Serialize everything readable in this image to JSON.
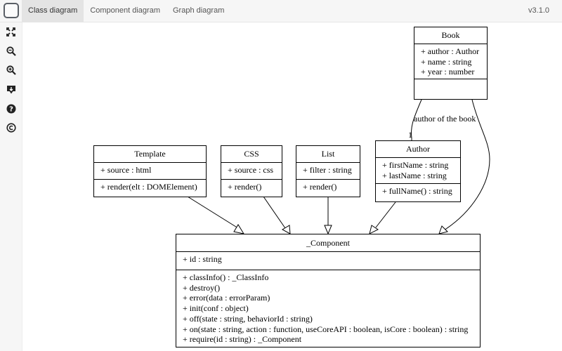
{
  "app": {
    "tabs": [
      "Class diagram",
      "Component diagram",
      "Graph diagram"
    ],
    "active_tab": "Class diagram",
    "version": "v3.1.0"
  },
  "toolbar": {
    "items": [
      {
        "icon": "fullscreen-icon"
      },
      {
        "icon": "zoom-out-icon"
      },
      {
        "icon": "zoom-in-icon"
      },
      {
        "icon": "download-icon"
      },
      {
        "icon": "help-icon"
      },
      {
        "icon": "copyright-icon"
      }
    ]
  },
  "diagram": {
    "book": {
      "name": "Book",
      "attributes": [
        "+ author : Author",
        "+ name : string",
        "+ year : number"
      ],
      "methods": []
    },
    "author": {
      "name": "Author",
      "attributes": [
        "+ firstName : string",
        "+ lastName : string"
      ],
      "methods": [
        "+ fullName() : string"
      ]
    },
    "template": {
      "name": "Template",
      "attributes": [
        "+ source : html"
      ],
      "methods": [
        "+ render(elt : DOMElement)"
      ]
    },
    "css": {
      "name": "CSS",
      "attributes": [
        "+ source : css"
      ],
      "methods": [
        "+ render()"
      ]
    },
    "list": {
      "name": "List",
      "attributes": [
        "+ filter : string"
      ],
      "methods": [
        "+ render()"
      ]
    },
    "component": {
      "name": "_Component",
      "attributes": [
        "+ id : string"
      ],
      "methods": [
        "+ classInfo() : _ClassInfo",
        "+ destroy()",
        "+ error(data : errorParam)",
        "+ init(conf : object)",
        "+ off(state : string, behaviorId : string)",
        "+ on(state : string, action : function, useCoreAPI : boolean, isCore : boolean) : string",
        "+ require(id : string) : _Component"
      ]
    },
    "relation": {
      "label": "author of the book",
      "multiplicity": "1"
    }
  }
}
